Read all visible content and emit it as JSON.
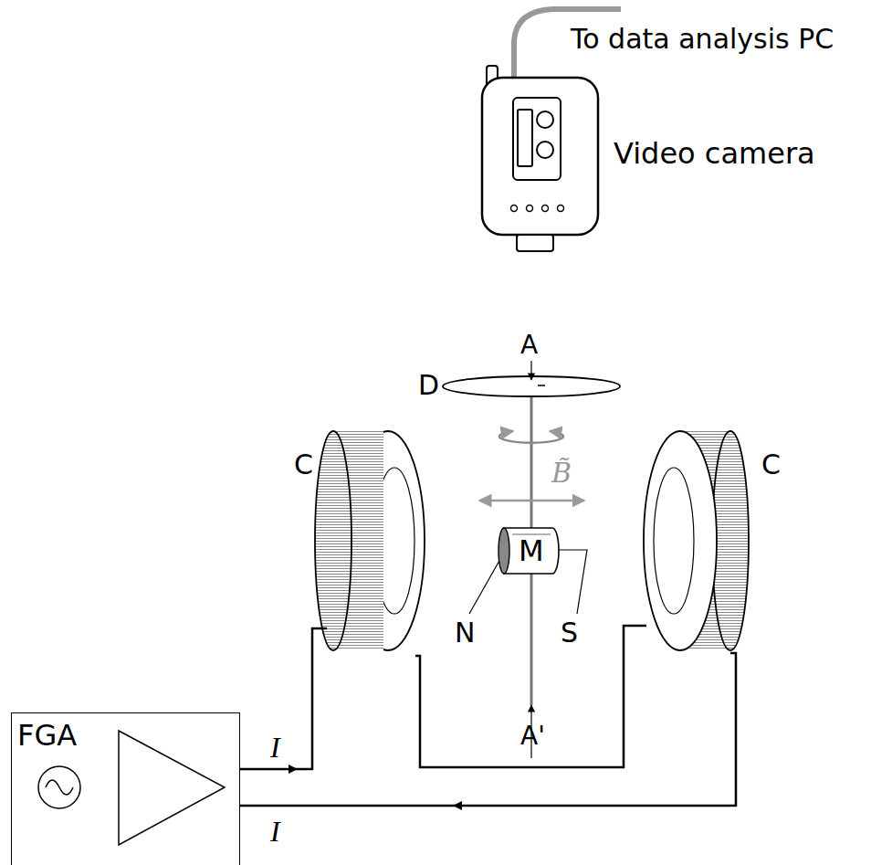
{
  "diagram": {
    "nodes": [
      {
        "text": [
          "M"
        ]
      },
      {
        "text": [
          "FGA"
        ]
      }
    ],
    "labels": [
      "To data analysis PC",
      "Video camera",
      "A",
      "D",
      "B̃",
      "C",
      "C",
      "N",
      "S",
      "A'",
      "I",
      "I"
    ]
  }
}
